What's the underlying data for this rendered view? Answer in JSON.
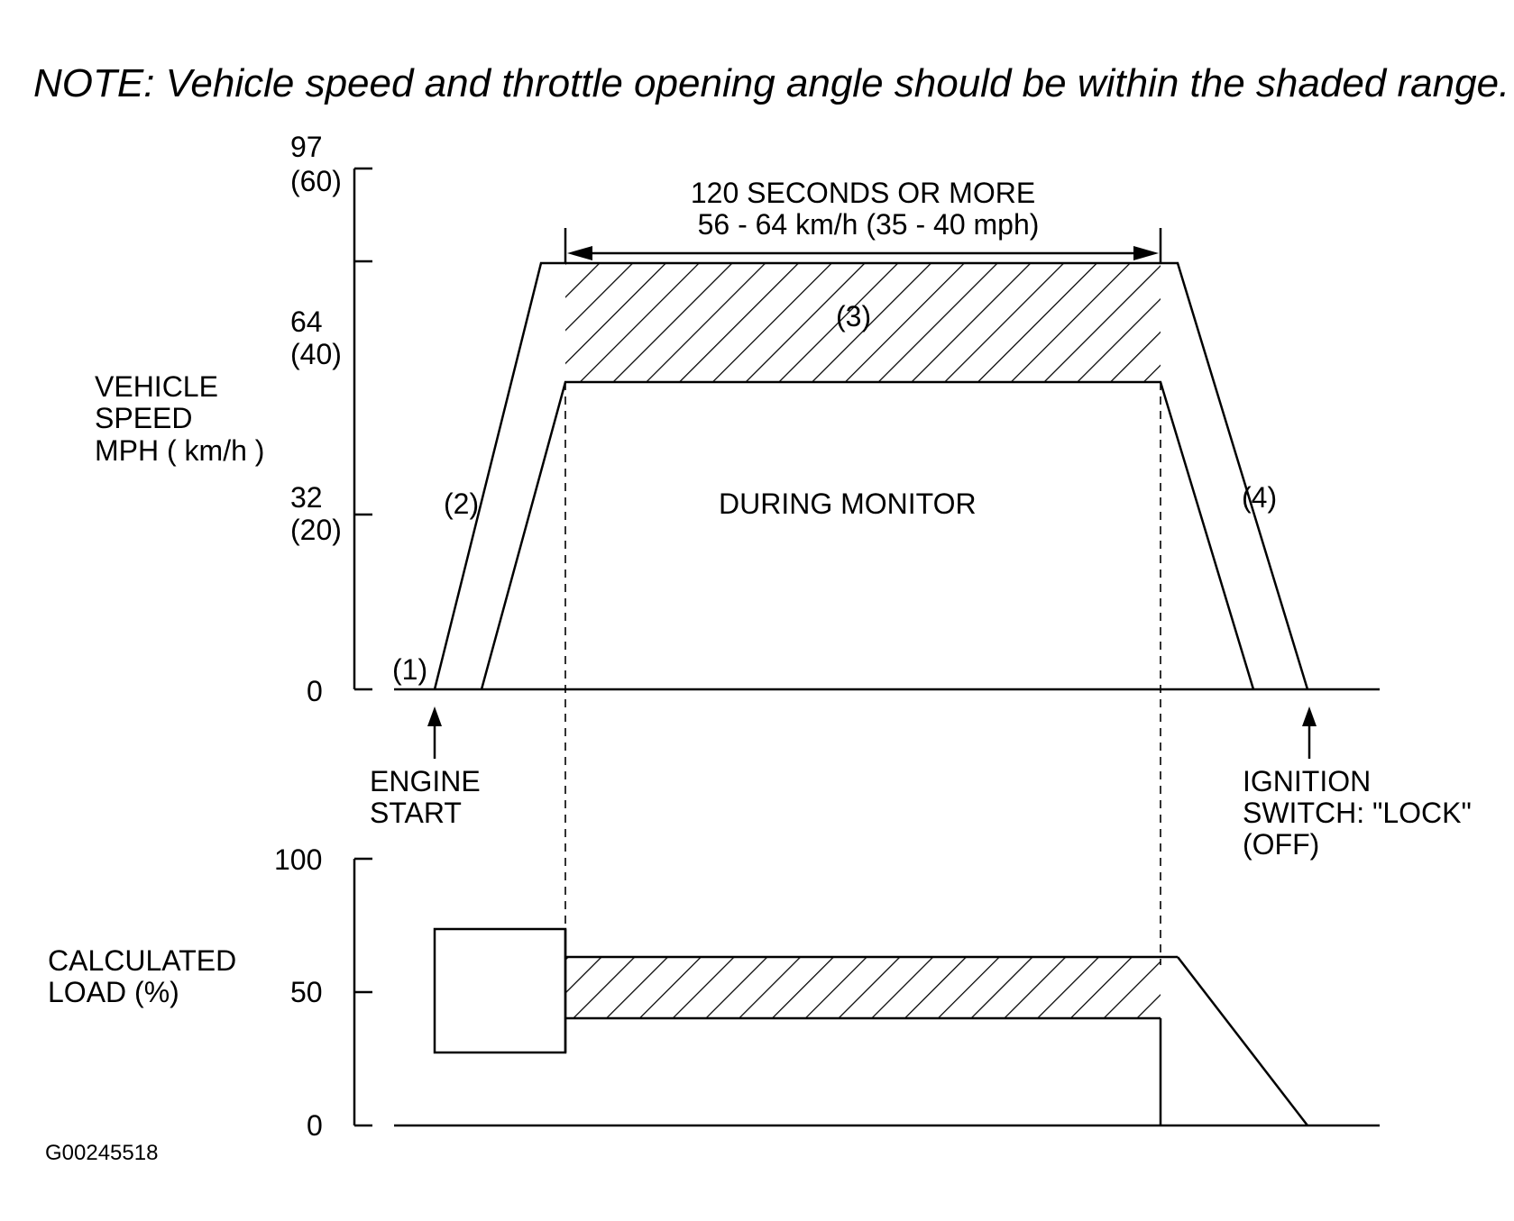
{
  "note": "NOTE: Vehicle speed and throttle opening angle should be within the shaded range.",
  "speed_axis": {
    "label_lines": [
      "VEHICLE",
      "SPEED",
      "MPH ( km/h )"
    ],
    "ticks": [
      {
        "top": "97",
        "bottom": "(60)"
      },
      {
        "top": "64",
        "bottom": "(40)"
      },
      {
        "top": "32",
        "bottom": "(20)"
      },
      {
        "top": "0",
        "bottom": ""
      }
    ]
  },
  "load_axis": {
    "label_lines": [
      "CALCULATED",
      "LOAD (%)"
    ],
    "ticks": [
      "100",
      "50",
      "0"
    ]
  },
  "duration": {
    "line1": "120 SECONDS OR MORE",
    "line2": "56 - 64 km/h (35 - 40 mph)"
  },
  "phases": {
    "p1": "(1)",
    "p2": "(2)",
    "p3": "(3)",
    "p4": "(4)"
  },
  "center_label": "DURING MONITOR",
  "engine_start": [
    "ENGINE",
    "START"
  ],
  "ignition": [
    "IGNITION",
    "SWITCH: \"LOCK\"",
    "(OFF)"
  ],
  "figure_code": "G00245518"
}
